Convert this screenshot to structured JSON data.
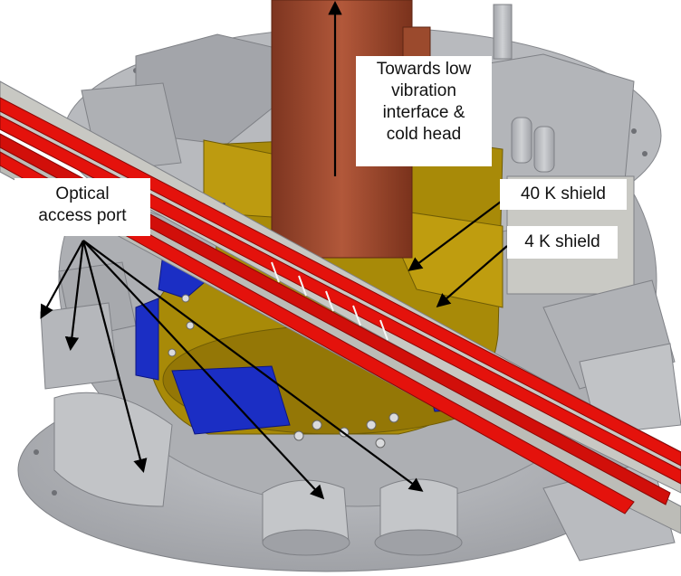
{
  "labels": {
    "cold_head": [
      "Towards low",
      "vibration",
      "interface &",
      "cold head"
    ],
    "shield_40k": "40 K shield",
    "shield_4k": "4 K shield",
    "optical_port": [
      "Optical",
      "access port"
    ]
  },
  "colors": {
    "background": "#ffffff",
    "steel": "#b4b6ba",
    "steel_dark": "#8e9095",
    "steel_cut": "#c9c9c4",
    "copper": "#a1482c",
    "gold_shield": "#a88a08",
    "blue_shield": "#1b2ec4",
    "red_beam": "#e4120c",
    "arrow": "#000000"
  },
  "icons": [
    "up-arrow-icon",
    "pointer-arrow-icon"
  ]
}
